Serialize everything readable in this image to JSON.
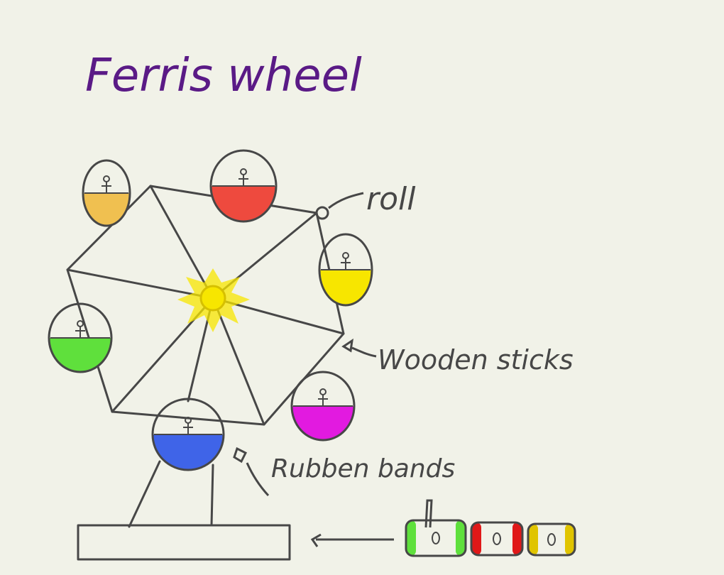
{
  "title": "Ferris wheel",
  "labels": {
    "roll": "roll",
    "wooden_sticks": "Wooden sticks",
    "rubber_bands": "Rubben bands"
  },
  "cabins": [
    {
      "name": "cabin-orange",
      "color": "#f0c050"
    },
    {
      "name": "cabin-red",
      "color": "#ee4a3e"
    },
    {
      "name": "cabin-yellow-right",
      "color": "#f7e600"
    },
    {
      "name": "cabin-green",
      "color": "#5fe03c"
    },
    {
      "name": "cabin-blue",
      "color": "#3f64e8"
    },
    {
      "name": "cabin-magenta",
      "color": "#e21ae0"
    }
  ],
  "spools": [
    {
      "name": "spool-green",
      "color": "#5fe03c"
    },
    {
      "name": "spool-red",
      "color": "#e01818"
    },
    {
      "name": "spool-yellow",
      "color": "#e0c400"
    }
  ],
  "colors": {
    "title": "#5a1a86",
    "ink": "#474747",
    "hub": "#f7e600",
    "background": "#f1f2e8"
  }
}
